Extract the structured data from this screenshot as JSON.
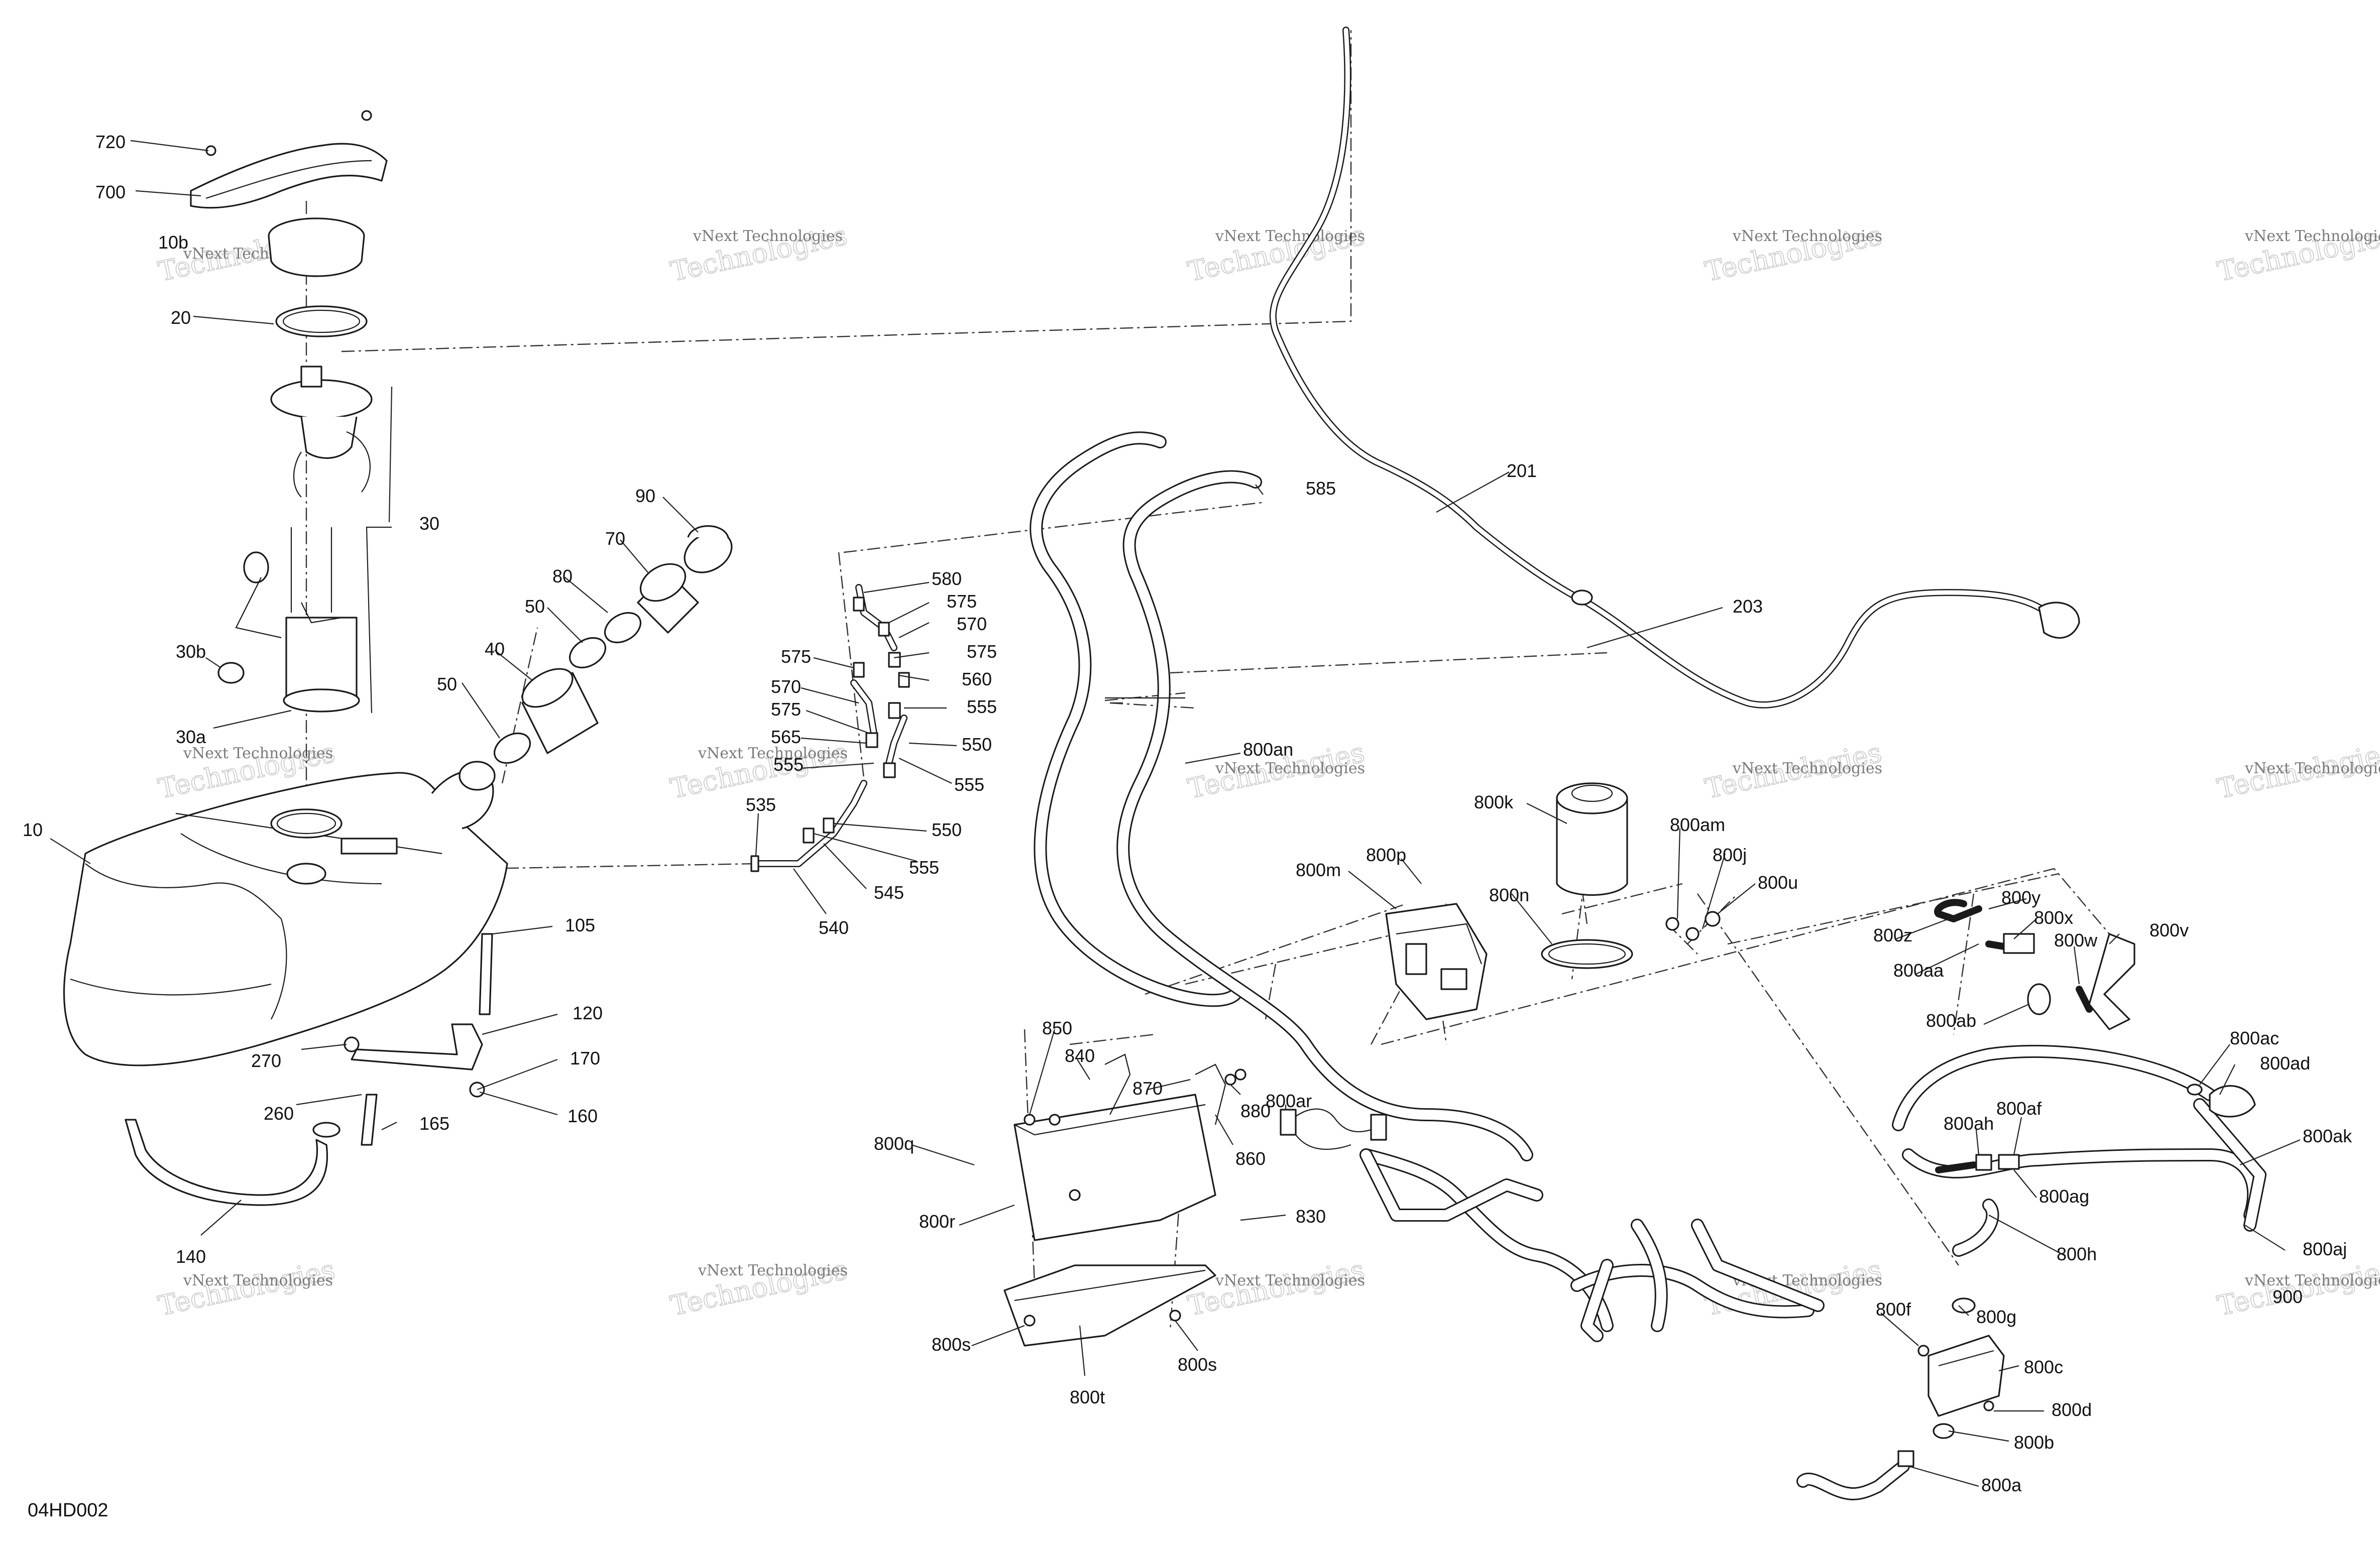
{
  "diagram_code": "04HD002",
  "watermark": {
    "line1": "vNext Technologies",
    "line2": "Technologies"
  },
  "callouts": {
    "c720": "720",
    "c700": "700",
    "c10b": "10b",
    "c20": "20",
    "c30": "30",
    "c30b": "30b",
    "c30a": "30a",
    "c10": "10",
    "c90": "90",
    "c70": "70",
    "c80": "80",
    "c50a": "50",
    "c40": "40",
    "c50b": "50",
    "c105": "105",
    "c120": "120",
    "c270": "270",
    "c170": "170",
    "c260": "260",
    "c165": "165",
    "c160": "160",
    "c140": "140",
    "c580": "580",
    "c575a": "575",
    "c570a": "570",
    "c575b": "575",
    "c575c": "575",
    "c560": "560",
    "c570b": "570",
    "c555a": "555",
    "c575d": "575",
    "c565": "565",
    "c550a": "550",
    "c555b": "555",
    "c555c": "555",
    "c535": "535",
    "c550b": "550",
    "c555d": "555",
    "c545": "545",
    "c540": "540",
    "c585": "585",
    "c201": "201",
    "c203": "203",
    "c800an": "800an",
    "c800k": "800k",
    "c800am": "800am",
    "c800j": "800j",
    "c800u": "800u",
    "c800n": "800n",
    "c800m": "800m",
    "c800p": "800p",
    "c800y": "800y",
    "c800x": "800x",
    "c800z": "800z",
    "c800w": "800w",
    "c800v": "800v",
    "c800aa": "800aa",
    "c800ab": "800ab",
    "c800ac": "800ac",
    "c800ad": "800ad",
    "c800ah": "800ah",
    "c800af": "800af",
    "c800ak": "800ak",
    "c800ag": "800ag",
    "c800aj": "800aj",
    "c900": "900",
    "c800h": "800h",
    "c800f": "800f",
    "c800g": "800g",
    "c800c": "800c",
    "c800d": "800d",
    "c800b": "800b",
    "c800a": "800a",
    "c850": "850",
    "c840": "840",
    "c870": "870",
    "c800ar": "800ar",
    "c880": "880",
    "c860": "860",
    "c800q": "800q",
    "c800r": "800r",
    "c830": "830",
    "c800s": "800s",
    "c800t": "800t",
    "c800s2": "800s"
  }
}
